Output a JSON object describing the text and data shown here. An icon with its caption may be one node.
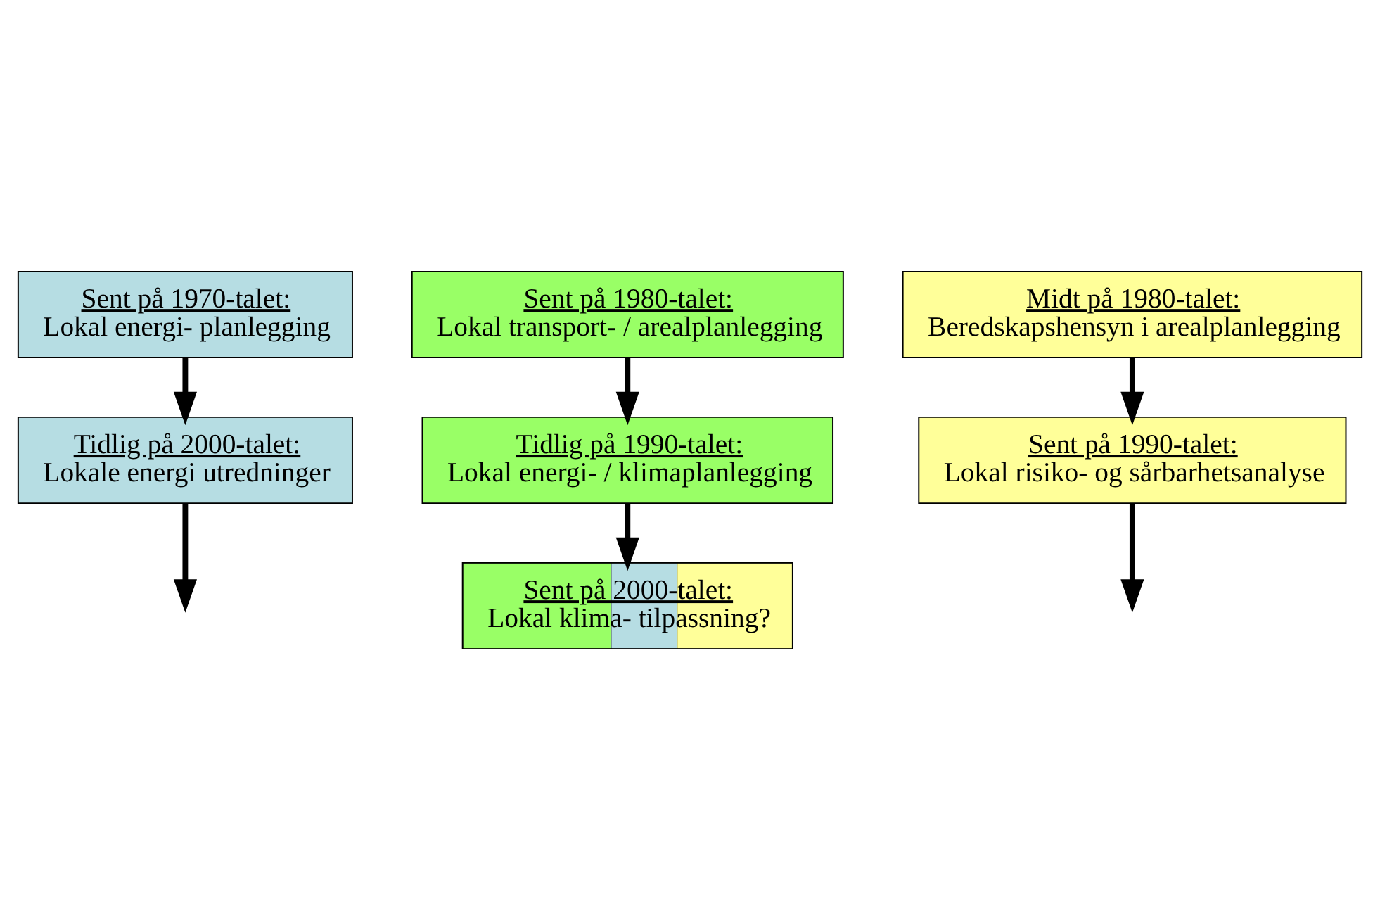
{
  "diagram": {
    "nodes": [
      {
        "text": [
          "Sent på 1970-talet:",
          "Lokal energi- planlegging"
        ]
      },
      {
        "text": [
          "Sent på 1980-talet:",
          "Lokal transport- / arealplanlegging"
        ]
      },
      {
        "text": [
          "Midt på 1980-talet:",
          "Beredskapshensyn i arealplanlegging"
        ]
      },
      {
        "text": [
          "Tidlig på 1990-talet:",
          "Lokal energi- / klimaplanlegging"
        ]
      },
      {
        "text": [
          "Sent på 1990-talet:",
          "Lokal risiko- og sårbarhetsanalyse"
        ]
      },
      {
        "text": [
          "Tidlig på 2000-talet:",
          "Lokale energi utredninger"
        ]
      },
      {
        "text": [
          "Sent på 2000-talet:",
          "Lokal klima- tilpassning?"
        ]
      }
    ],
    "edges": [
      {
        "from": 0,
        "to": 5,
        "arrow": "to"
      },
      {
        "from": 1,
        "to": 3,
        "arrow": "to"
      },
      {
        "from": 3,
        "to": 6,
        "arrow": "to"
      },
      {
        "from": 2,
        "to": 4,
        "arrow": "to"
      },
      {
        "from": 4,
        "to": null,
        "arrow": "to"
      },
      {
        "from": 5,
        "to": null,
        "arrow": "to"
      }
    ]
  }
}
